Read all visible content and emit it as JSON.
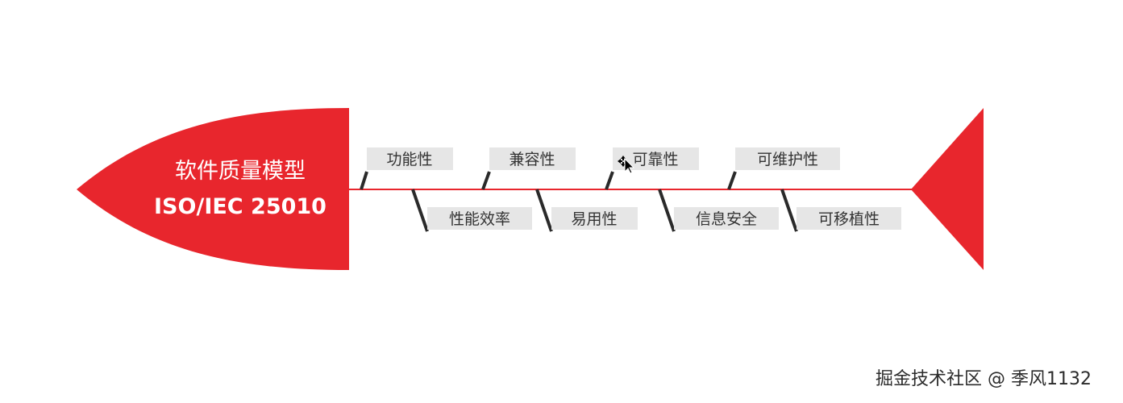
{
  "diagram": {
    "type": "fishbone",
    "accent_color": "#e8262d",
    "bone_color": "#2a2a2a",
    "head": {
      "title_line1": "软件质量模型",
      "title_line2": "ISO/IEC 25010"
    },
    "upper_labels": [
      "功能性",
      "兼容性",
      "可靠性",
      "可维护性"
    ],
    "lower_labels": [
      "性能效率",
      "易用性",
      "信息安全",
      "可移植性"
    ]
  },
  "watermark": "掘金技术社区 @ 季风1132",
  "cursor": "move-cursor-icon"
}
